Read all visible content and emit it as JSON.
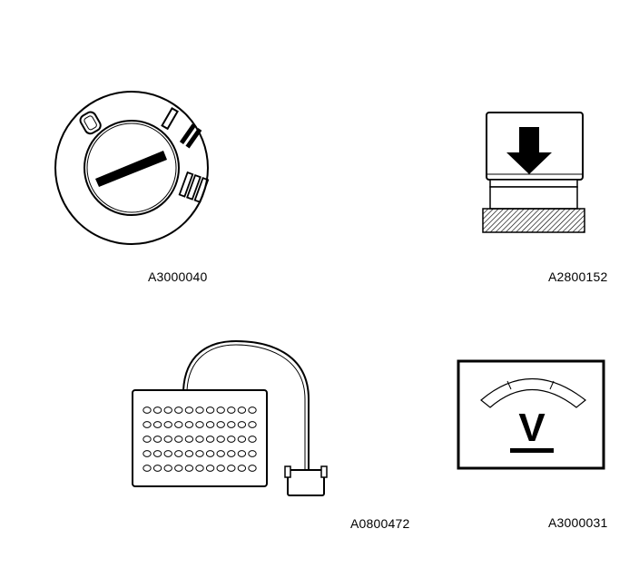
{
  "figures": [
    {
      "id": "ignition-switch",
      "icon": "ignition-switch-icon",
      "caption": "A3000040",
      "position_marks": [
        "0",
        "I",
        "II",
        "III"
      ]
    },
    {
      "id": "push-button",
      "icon": "press-button-icon",
      "caption": "A2800152"
    },
    {
      "id": "diagnostic-tester",
      "icon": "diagnostic-connector-icon",
      "caption": "A0800472",
      "pin_rows": 5,
      "pins_per_row": 11
    },
    {
      "id": "voltmeter",
      "icon": "voltmeter-icon",
      "caption": "A3000031",
      "unit_label": "V"
    }
  ],
  "colors": {
    "ink": "#000000",
    "paper": "#ffffff",
    "hatch": "#000000"
  }
}
